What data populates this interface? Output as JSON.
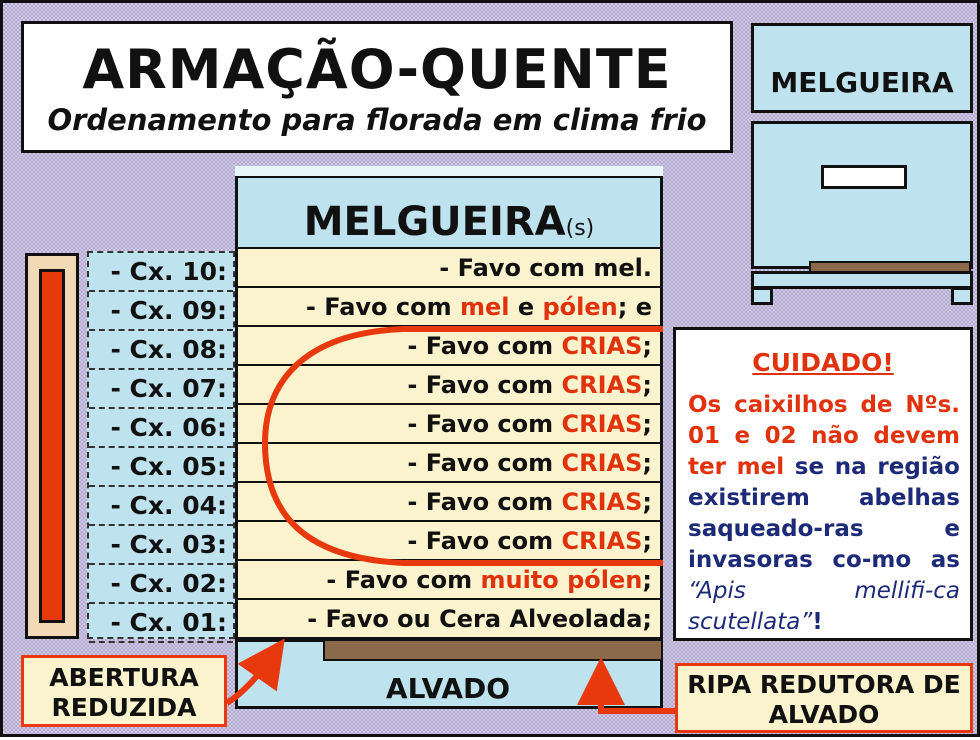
{
  "title": "ARMAÇÃO-QUENTE",
  "subtitle": "Ordenamento para florada em clima frio",
  "side_super_label": "MELGUEIRA",
  "hive_super_label": "MELGUEIRA",
  "hive_super_suffix": "(s)",
  "frames": [
    {
      "id": "- Cx. 10:",
      "parts": [
        {
          "t": "- Favo com mel.",
          "red": false
        }
      ]
    },
    {
      "id": "- Cx. 09:",
      "parts": [
        {
          "t": "- Favo com ",
          "red": false
        },
        {
          "t": "mel",
          "red": true
        },
        {
          "t": " e ",
          "red": false
        },
        {
          "t": "pólen",
          "red": true
        },
        {
          "t": "; e",
          "red": false
        }
      ]
    },
    {
      "id": "- Cx. 08:",
      "parts": [
        {
          "t": "- Favo com ",
          "red": false
        },
        {
          "t": "CRIAS",
          "red": true
        },
        {
          "t": ";",
          "red": false
        }
      ]
    },
    {
      "id": "- Cx. 07:",
      "parts": [
        {
          "t": "- Favo com ",
          "red": false
        },
        {
          "t": "CRIAS",
          "red": true
        },
        {
          "t": ";",
          "red": false
        }
      ]
    },
    {
      "id": "- Cx. 06:",
      "parts": [
        {
          "t": "- Favo com ",
          "red": false
        },
        {
          "t": "CRIAS",
          "red": true
        },
        {
          "t": ";",
          "red": false
        }
      ]
    },
    {
      "id": "- Cx. 05:",
      "parts": [
        {
          "t": "- Favo com ",
          "red": false
        },
        {
          "t": "CRIAS",
          "red": true
        },
        {
          "t": ";",
          "red": false
        }
      ]
    },
    {
      "id": "- Cx. 04:",
      "parts": [
        {
          "t": "- Favo com ",
          "red": false
        },
        {
          "t": "CRIAS",
          "red": true
        },
        {
          "t": ";",
          "red": false
        }
      ]
    },
    {
      "id": "- Cx. 03:",
      "parts": [
        {
          "t": "- Favo com ",
          "red": false
        },
        {
          "t": "CRIAS",
          "red": true
        },
        {
          "t": ";",
          "red": false
        }
      ]
    },
    {
      "id": "- Cx. 02:",
      "parts": [
        {
          "t": "- Favo com ",
          "red": false
        },
        {
          "t": "muito pólen",
          "red": true
        },
        {
          "t": ";",
          "red": false
        }
      ]
    },
    {
      "id": "- Cx. 01:",
      "parts": [
        {
          "t": "- Favo ou Cera Alveolada;",
          "red": false
        }
      ]
    }
  ],
  "alvado_label": "ALVADO",
  "caution": {
    "title": "CUIDADO!",
    "text_parts": [
      {
        "t": "Os caixilhos de Nºs. 01 e 02 não devem ter mel",
        "style": "red"
      },
      {
        "t": " se na região existirem abelhas saqueado-ras e invasoras co-mo as ",
        "style": "blue"
      },
      {
        "t": "“Apis mellifi-ca scutellata”",
        "style": "italic"
      },
      {
        "t": "!",
        "style": "blue"
      }
    ]
  },
  "label_abertura": "ABERTURA REDUZIDA",
  "label_ripa": "RIPA REDUTORA DE ALVADO",
  "colors": {
    "accent_red": "#e0320c",
    "frame_fill": "#fbf3cd",
    "hive_blue": "#bfe3ee",
    "text_blue": "#1c2a78",
    "wood": "#8b6a4c"
  }
}
